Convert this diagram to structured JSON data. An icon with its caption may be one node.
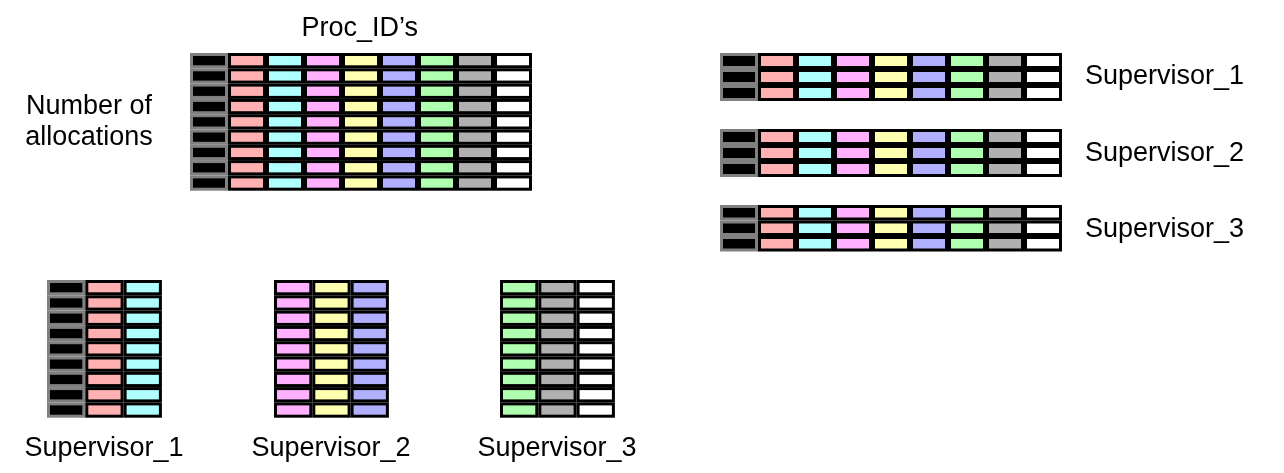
{
  "diagram": {
    "labels": [
      "Proc_ID’s",
      "Number of allocations",
      "Supervisor_1",
      "Supervisor_2",
      "Supervisor_3",
      "Supervisor_1",
      "Supervisor_2",
      "Supervisor_3"
    ]
  }
}
